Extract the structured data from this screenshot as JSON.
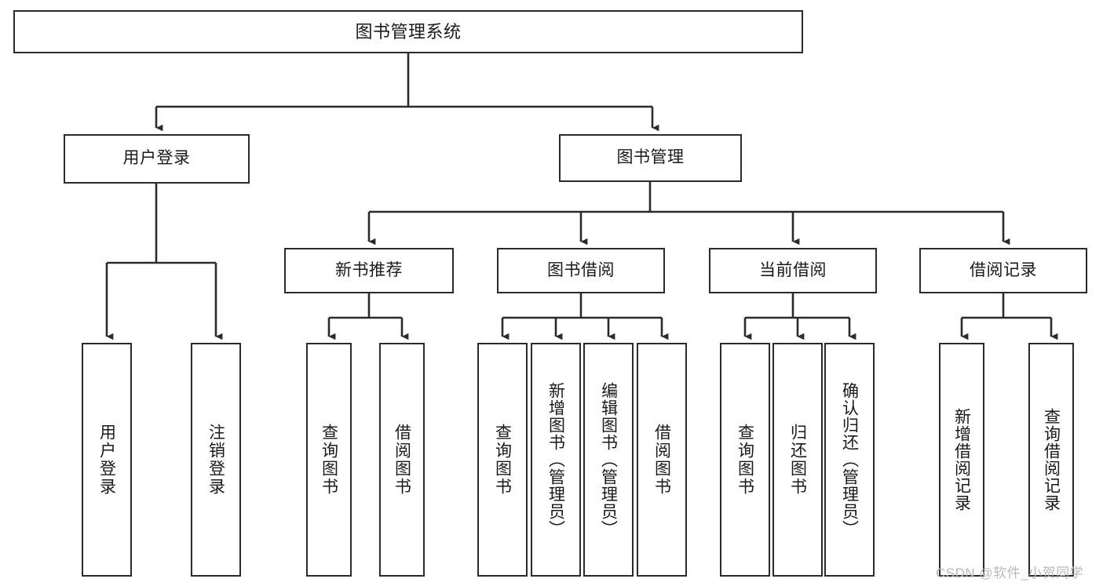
{
  "diagram": {
    "title": "图书管理系统",
    "watermark": "CSDN @软件_小贺同学",
    "line_color": "#2b2b2b",
    "background_color": "#ffffff",
    "text_color": "#1a1a1a"
  },
  "nodes": {
    "root": {
      "label": "图书管理系统"
    },
    "tier1": [
      {
        "label": "用户登录"
      },
      {
        "label": "图书管理"
      }
    ],
    "tier2": [
      {
        "label": "新书推荐"
      },
      {
        "label": "图书借阅"
      },
      {
        "label": "当前借阅"
      },
      {
        "label": "借阅记录"
      }
    ],
    "leaves_user_login": [
      {
        "label": "用户登录"
      },
      {
        "label": "注销登录"
      }
    ],
    "leaves_new_book": [
      {
        "label": "查询图书"
      },
      {
        "label": "借阅图书"
      }
    ],
    "leaves_borrow": [
      {
        "label": "查询图书"
      },
      {
        "label": "新增图书（管理员）"
      },
      {
        "label": "编辑图书（管理员）"
      },
      {
        "label": "借阅图书"
      }
    ],
    "leaves_current": [
      {
        "label": "查询图书"
      },
      {
        "label": "归还图书"
      },
      {
        "label": "确认归还（管理员）"
      }
    ],
    "leaves_record": [
      {
        "label": "新增借阅记录"
      },
      {
        "label": "查询借阅记录"
      }
    ]
  }
}
